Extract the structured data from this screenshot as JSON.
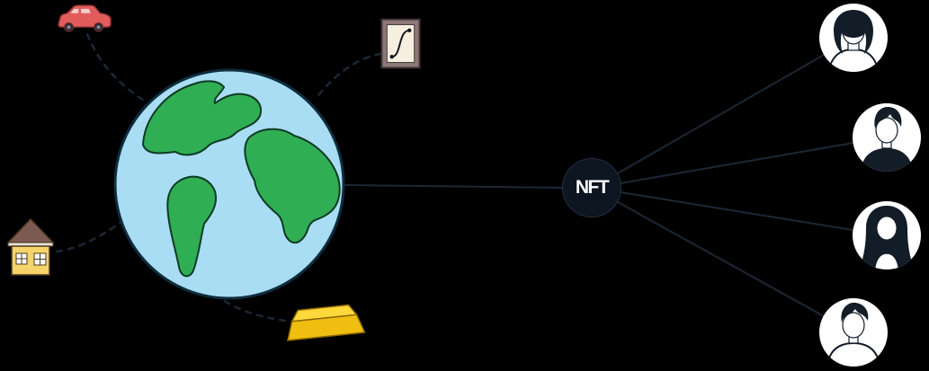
{
  "colors": {
    "background": "#000000",
    "connector": "#1c2736",
    "globe_ocean": "#a9ddf3",
    "globe_land": "#2fae54",
    "globe_outline": "#0f2d3d",
    "land_outline": "#0d3b24",
    "car_body": "#e25c5c",
    "car_outline": "#7c2d2d",
    "car_window": "#f6cfcf",
    "wheel_dark": "#2b2b33",
    "house_wall": "#f5d469",
    "house_roof": "#7d5a50",
    "house_trim": "#eae1d6",
    "house_outline": "#4a3a22",
    "frame_border": "#8d7878",
    "frame_canvas": "#f6efdf",
    "frame_outline": "#413636",
    "ink": "#15151d",
    "gold_front": "#efbe10",
    "gold_top": "#ffd83b",
    "gold_outline": "#8a6a00",
    "nft_fill": "#0c1520",
    "nft_ring": "#22303f",
    "nft_text": "#ffffff",
    "avatar_bg": "#ffffff",
    "avatar_dark": "#121d28"
  },
  "nft": {
    "label": "NFT"
  },
  "icons": {
    "center_node": "nft-token",
    "world": "earth-globe",
    "assets": [
      "car-icon",
      "framed-painting-icon",
      "house-icon",
      "gold-bar-icon"
    ],
    "owners": [
      "avatar-woman-bob-hair",
      "avatar-man-dark-shirt",
      "avatar-woman-long-hair",
      "avatar-man-short-hair"
    ]
  }
}
